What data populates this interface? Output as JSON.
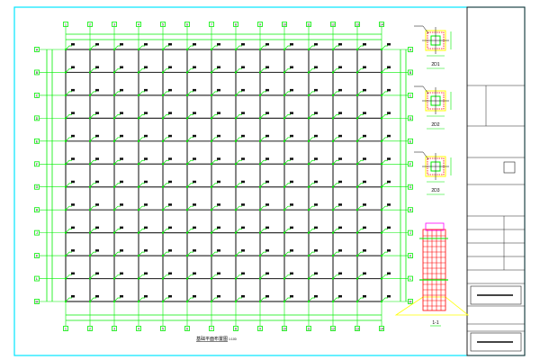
{
  "plan": {
    "title": "基础平面布置图",
    "scale": "1:100",
    "columns": [
      "1",
      "2",
      "3",
      "4",
      "5",
      "6",
      "7",
      "8",
      "9",
      "10",
      "11",
      "12",
      "13",
      "14"
    ],
    "rows": [
      "A",
      "B",
      "C",
      "D",
      "E",
      "F",
      "G",
      "H",
      "J",
      "K",
      "L",
      "M"
    ]
  },
  "details": [
    {
      "label": "2D1"
    },
    {
      "label": "2D2"
    },
    {
      "label": "2D3"
    }
  ],
  "section": {
    "label": "1-1"
  },
  "colors": {
    "frame": "#00e5ff",
    "grid": "#333333",
    "annot": "#00ee00",
    "rebar": "#ff0000",
    "outline": "#ffff00"
  }
}
